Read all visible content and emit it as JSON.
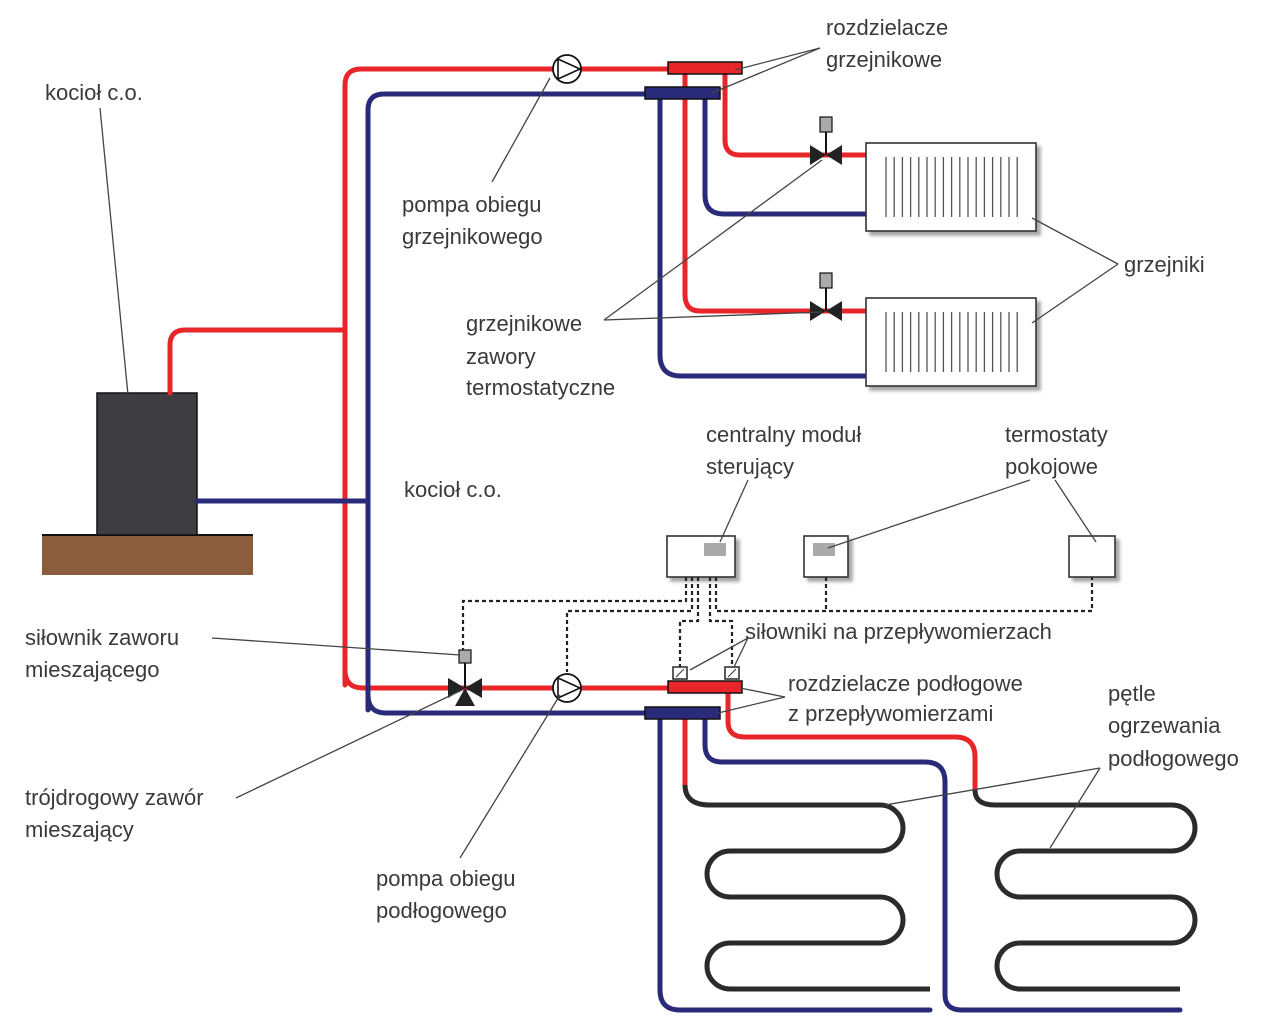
{
  "labels": {
    "boiler_top": "kocioł c.o.",
    "boiler_mid": "kocioł c.o.",
    "radiator_manifolds": [
      "rozdzielacze",
      "grzejnikowe"
    ],
    "radiator_pump": [
      "pompa obiegu",
      "grzejnikowego"
    ],
    "radiators": "grzejniki",
    "thermostatic_valves": [
      "grzejnikowe",
      "zawory",
      "termostatyczne"
    ],
    "control_module": [
      "centralny moduł",
      "sterujący"
    ],
    "room_thermostats": [
      "termostaty",
      "pokojowe"
    ],
    "flowmeter_actuators": "siłowniki na przepływomierzach",
    "mixing_valve_actuator": [
      "siłownik zaworu",
      "mieszającego"
    ],
    "floor_manifolds": [
      "rozdzielacze podłogowe",
      "z przepływomierzami"
    ],
    "floor_loops": [
      "pętle",
      "ogrzewania",
      "podłogowego"
    ],
    "three_way_valve": [
      "trójdrogowy zawór",
      "mieszający"
    ],
    "floor_pump": [
      "pompa obiegu",
      "podłogowego"
    ]
  },
  "colors": {
    "supply": "#e8262a",
    "return": "#2a2a7a",
    "boiler": "#3d3d42",
    "ground": "#8a5e3c"
  }
}
